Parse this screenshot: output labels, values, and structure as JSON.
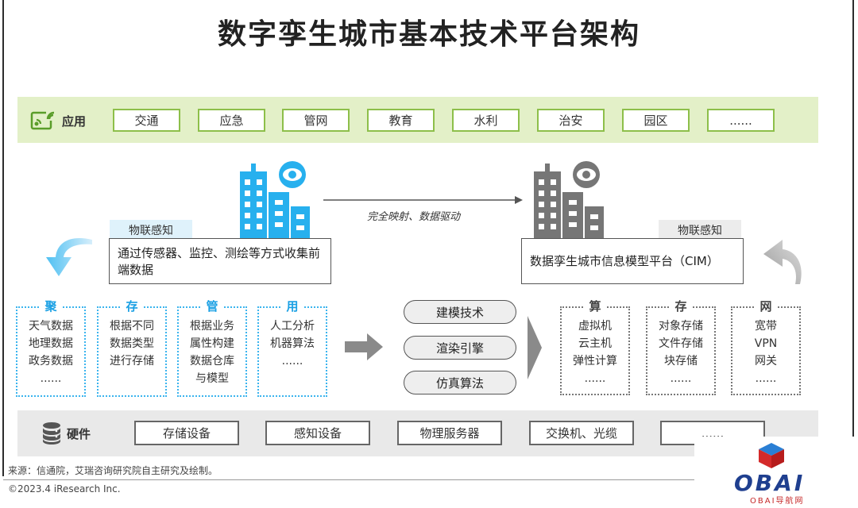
{
  "title": "数字孪生城市基本技术平台架构",
  "app_layer": {
    "label": "应用",
    "items": [
      "交通",
      "应急",
      "管网",
      "教育",
      "水利",
      "治安",
      "园区",
      "......"
    ]
  },
  "mapping_label": "完全映射、数据驱动",
  "left_perception": {
    "tag": "物联感知",
    "description": "通过传感器、监控、测绘等方式收集前端数据"
  },
  "right_perception": {
    "tag": "物联感知",
    "description": "数据孪生城市信息模型平台（CIM）"
  },
  "left_columns": [
    {
      "head": "聚",
      "lines": [
        "天气数据",
        "地理数据",
        "政务数据",
        "......"
      ]
    },
    {
      "head": "存",
      "lines": [
        "根据不同",
        "数据类型",
        "进行存储"
      ]
    },
    {
      "head": "管",
      "lines": [
        "根据业务",
        "属性构建",
        "数据仓库",
        "与模型"
      ]
    },
    {
      "head": "用",
      "lines": [
        "人工分析",
        "机器算法",
        "......"
      ]
    }
  ],
  "tech": [
    "建模技术",
    "渲染引擎",
    "仿真算法"
  ],
  "right_columns": [
    {
      "head": "算",
      "lines": [
        "虚拟机",
        "云主机",
        "弹性计算",
        "......"
      ]
    },
    {
      "head": "存",
      "lines": [
        "对象存储",
        "文件存储",
        "块存储",
        "......"
      ]
    },
    {
      "head": "网",
      "lines": [
        "宽带",
        "VPN",
        "网关",
        "......"
      ]
    }
  ],
  "hardware_layer": {
    "label": "硬件",
    "items": [
      "存储设备",
      "感知设备",
      "物理服务器",
      "交换机、光缆",
      "......"
    ]
  },
  "footer": {
    "source": "来源：信通院，艾瑞咨询研究院自主研究及绘制。",
    "copyright": "©2023.4 iResearch Inc."
  },
  "watermark": {
    "brand": "OBAI",
    "sub": "OBAI导航网"
  },
  "colors": {
    "app_band": "#e3f0c8",
    "app_border": "#8dbf4a",
    "blue": "#1aa0e4",
    "gray_building": "#707070",
    "hardware_band": "#e9e9e9"
  }
}
